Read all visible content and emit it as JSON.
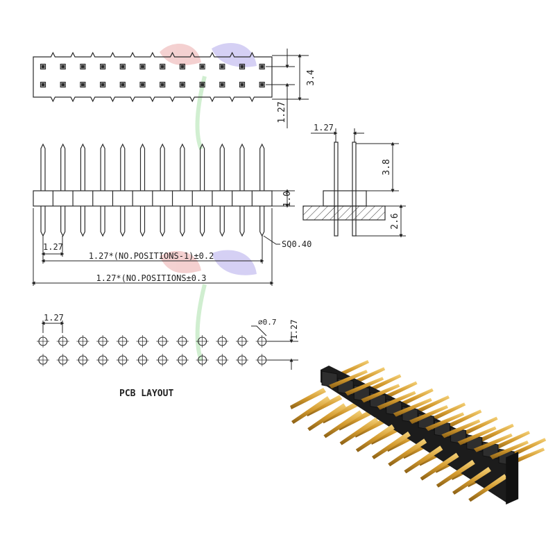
{
  "top_view": {
    "pin_count_per_row": 12,
    "rows": 2,
    "dim_height": "3.4",
    "dim_pitch": "1.27"
  },
  "side_view": {
    "dim_base": "1.0",
    "dim_pitch": "1.27",
    "pin_size": "SQ0.40",
    "formula_inner": "1.27*(NO.POSITIONS-1)±0.2",
    "formula_outer": "1.27*(NO.POSITIONS±0.3"
  },
  "end_view": {
    "dim_pitch": "1.27",
    "dim_upper": "3.8",
    "dim_lower": "2.6"
  },
  "pcb_layout": {
    "title": "PCB LAYOUT",
    "dim_pitch_h": "1.27",
    "dim_pitch_v": "1.27",
    "hole_dia": "⌀0.7"
  },
  "colors": {
    "line": "#2a2a2a",
    "pin_gold": "#d9a63a",
    "header_black": "#1c1c1c",
    "watermark": [
      "#e07a7a",
      "#8a7ae0",
      "#7ad07a"
    ]
  }
}
